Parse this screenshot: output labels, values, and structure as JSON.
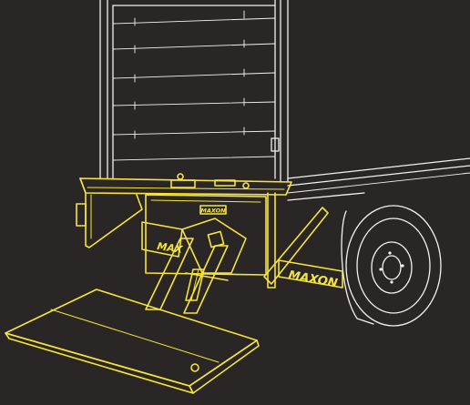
{
  "brand": {
    "platform_label": "MAX",
    "arm_label": "MAXON",
    "plate_label": "MAXON"
  },
  "colors": {
    "background": "#2a2626",
    "liftgate": "#f6e53a",
    "truck_outline": "#f2f2f2"
  }
}
